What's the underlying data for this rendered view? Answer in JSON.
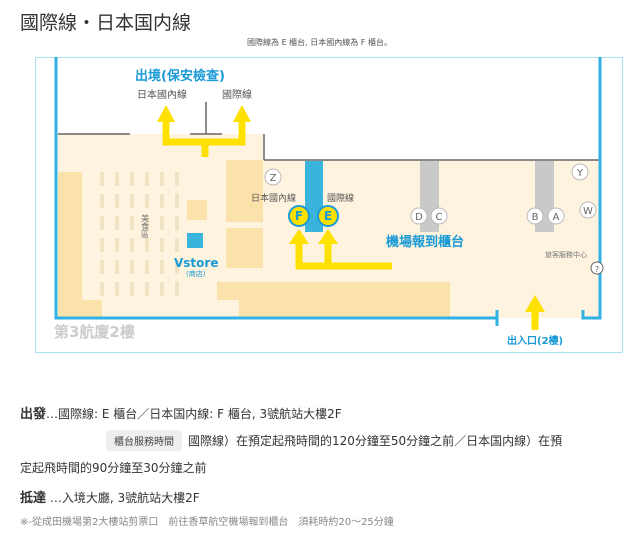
{
  "page_title": "國際線・日本国内線",
  "note": "國際線為 E 櫃台, 日本國內線為 F 櫃台。",
  "map": {
    "departure_gate_label": "出境(保安檢查)",
    "gate_domestic": "日本國內線",
    "gate_international": "國際線",
    "counter_domestic": "日本國內線",
    "counter_international": "國際線",
    "counters": [
      "F",
      "E",
      "D",
      "C",
      "B",
      "A",
      "Z",
      "Y",
      "W"
    ],
    "checkin_label": "機場報到櫃台",
    "food_court": "美食區",
    "vstore": "Vstore",
    "vstore_sub": "(商店)",
    "info_center": "旅客服務中心",
    "info_icon": "?",
    "floor_label": "第3航廈2樓",
    "entrance_label": "出入口(2樓)",
    "colors": {
      "blue": "#1a9ad6",
      "yellow": "#ffe100",
      "floor": "#fdf3de",
      "block": "#fbe1aa",
      "wall": "#2fb1e3"
    }
  },
  "departure": {
    "label": "出發",
    "dots": "…",
    "text": "國際線: E 櫃台／日本国内線: F 櫃台, 3號航站大樓2F"
  },
  "hours": {
    "badge": "櫃台服務時間",
    "text": "國際線）在預定起飛時間的120分鐘至50分鐘之前／日本国内線）在預",
    "text2": "定起飛時間的90分鐘至30分鐘之前"
  },
  "arrival": {
    "label": "抵達",
    "dots": " …",
    "text": "入境大廳, 3號航站大樓2F"
  },
  "footnote": "※-從成田機場第2大樓站剪票口　前往香草航空機場報到櫃台　須耗時約20～25分鐘"
}
